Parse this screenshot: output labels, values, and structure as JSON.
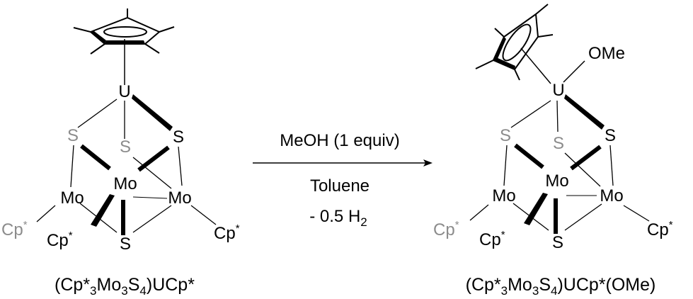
{
  "reactant": {
    "atoms": {
      "U": "U",
      "S_left": "S",
      "S_center": "S",
      "S_right": "S",
      "S_bottom": "S",
      "Mo_left": "Mo",
      "Mo_center": "Mo",
      "Mo_right": "Mo",
      "Cp_left": "Cp",
      "Cp_left_star": "*",
      "Cp_front": "Cp",
      "Cp_front_star": "*",
      "Cp_right": "Cp",
      "Cp_right_star": "*"
    },
    "name": {
      "p1": "(Cp*",
      "s1": "3",
      "p2": "Mo",
      "s2": "3",
      "p3": "S",
      "s3": "4",
      "p4": ")UCp*"
    }
  },
  "conditions": {
    "reagent": "MeOH (1 equiv)",
    "solvent": "Toluene",
    "byproduct_prefix": "- 0.5 H",
    "byproduct_sub": "2"
  },
  "product": {
    "atoms": {
      "U": "U",
      "OMe": "OMe",
      "S_left": "S",
      "S_center": "S",
      "S_right": "S",
      "S_bottom": "S",
      "Mo_left": "Mo",
      "Mo_center": "Mo",
      "Mo_right": "Mo",
      "Cp_left": "Cp",
      "Cp_left_star": "*",
      "Cp_front": "Cp",
      "Cp_front_star": "*",
      "Cp_right": "Cp",
      "Cp_right_star": "*"
    },
    "name": {
      "p1": "(Cp*",
      "s1": "3",
      "p2": "Mo",
      "s2": "3",
      "p3": "S",
      "s3": "4",
      "p4": ")UCp*(OMe)"
    }
  },
  "colors": {
    "bond": "#000000",
    "back_atoms": "#8c8c8c"
  }
}
